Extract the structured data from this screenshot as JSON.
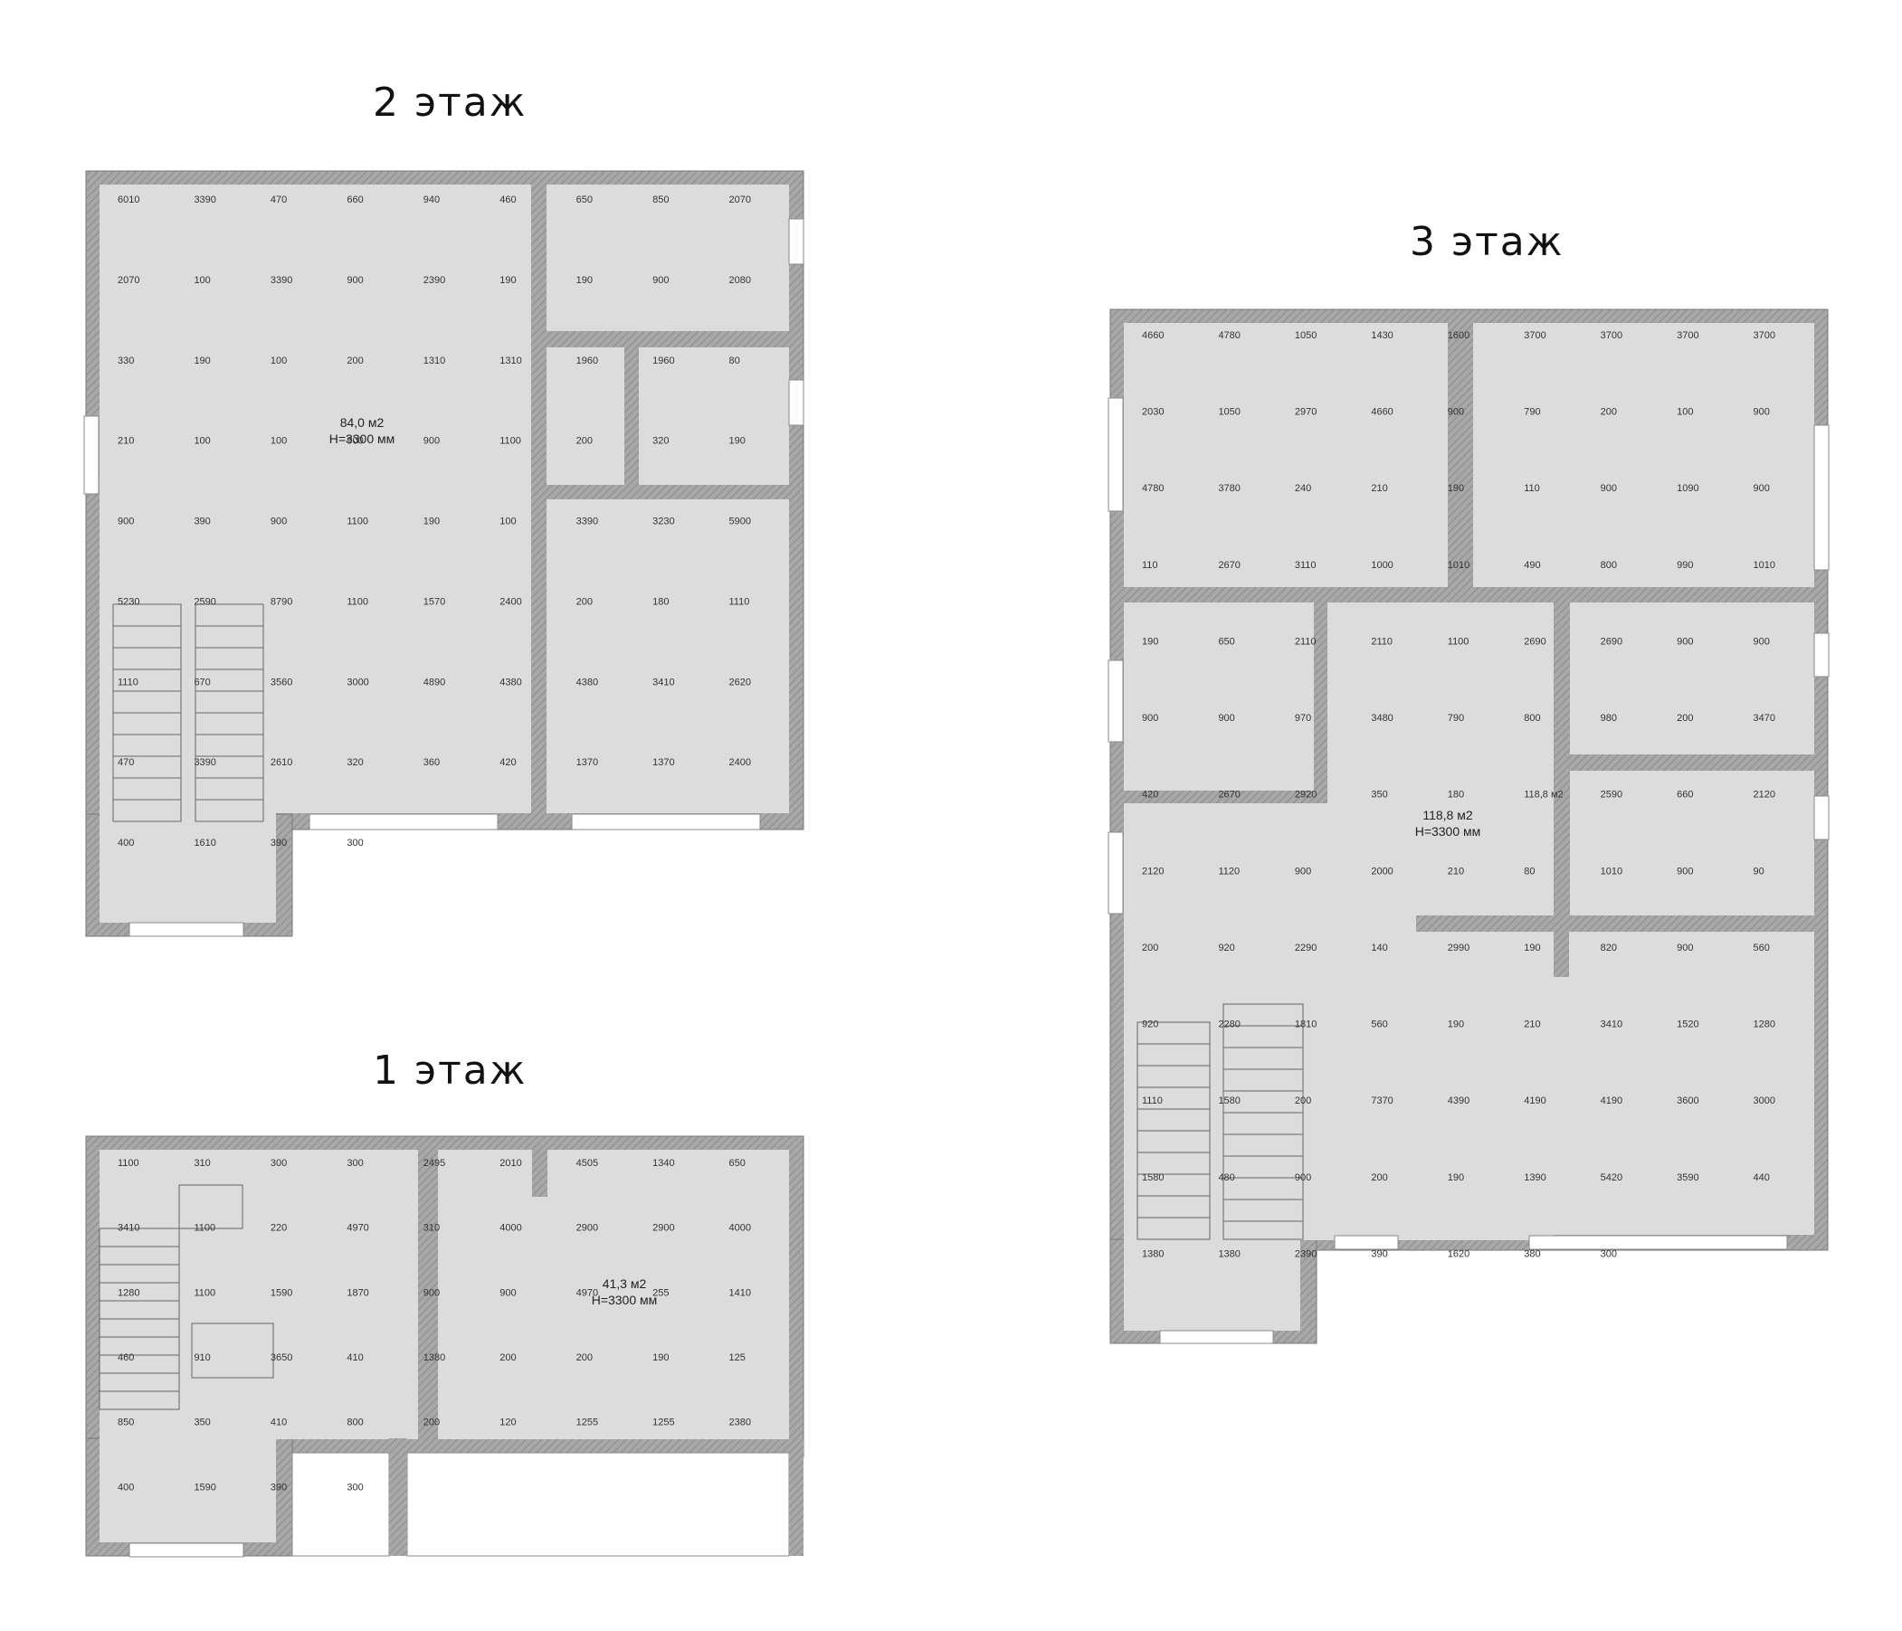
{
  "floors": {
    "floor2": {
      "title": "2 этаж",
      "area": "84,0 м2",
      "height": "H=3300 мм",
      "dims": [
        "6010",
        "3390",
        "470",
        "660",
        "940",
        "460",
        "650",
        "850",
        "2070",
        "2070",
        "100",
        "3390",
        "900",
        "2390",
        "190",
        "190",
        "900",
        "2080",
        "330",
        "190",
        "100",
        "200",
        "1310",
        "1310",
        "1960",
        "1960",
        "80",
        "210",
        "100",
        "100",
        "900",
        "900",
        "1100",
        "200",
        "320",
        "190",
        "900",
        "390",
        "900",
        "1100",
        "190",
        "100",
        "3390",
        "3230",
        "5900",
        "5230",
        "2590",
        "8790",
        "1100",
        "1570",
        "2400",
        "200",
        "180",
        "1110",
        "1110",
        "670",
        "3560",
        "3000",
        "4890",
        "4380",
        "4380",
        "3410",
        "2620",
        "470",
        "3390",
        "2610",
        "320",
        "360",
        "420",
        "1370",
        "1370",
        "2400",
        "400",
        "1610",
        "390",
        "300"
      ]
    },
    "floor3": {
      "title": "3 этаж",
      "area": "118,8 м2",
      "height": "H=3300 мм",
      "dims": [
        "4660",
        "4780",
        "1050",
        "1430",
        "1600",
        "3700",
        "3700",
        "3700",
        "3700",
        "2030",
        "1050",
        "2970",
        "4660",
        "900",
        "790",
        "200",
        "100",
        "900",
        "4780",
        "3780",
        "240",
        "210",
        "190",
        "110",
        "900",
        "1090",
        "900",
        "110",
        "2670",
        "3110",
        "1000",
        "1010",
        "490",
        "800",
        "990",
        "1010",
        "190",
        "650",
        "2110",
        "2110",
        "1100",
        "2690",
        "2690",
        "900",
        "900",
        "900",
        "900",
        "970",
        "3480",
        "790",
        "800",
        "980",
        "200",
        "3470",
        "420",
        "2670",
        "2920",
        "350",
        "180",
        "118,8 м2",
        "2590",
        "660",
        "2120",
        "2120",
        "1120",
        "900",
        "2000",
        "210",
        "80",
        "1010",
        "900",
        "90",
        "200",
        "920",
        "2290",
        "140",
        "2990",
        "190",
        "820",
        "900",
        "560",
        "920",
        "2280",
        "1810",
        "560",
        "190",
        "210",
        "3410",
        "1520",
        "1280",
        "1110",
        "1580",
        "200",
        "7370",
        "4390",
        "4190",
        "4190",
        "3600",
        "3000",
        "1580",
        "480",
        "900",
        "200",
        "190",
        "1390",
        "5420",
        "3590",
        "440",
        "1380",
        "1380",
        "2390",
        "390",
        "1620",
        "380",
        "300"
      ]
    },
    "floor1": {
      "title": "1 этаж",
      "area": "41,3 м2",
      "height": "H=3300 мм",
      "dims": [
        "1100",
        "310",
        "300",
        "300",
        "2495",
        "2010",
        "4505",
        "1340",
        "650",
        "3410",
        "1100",
        "220",
        "4970",
        "310",
        "4000",
        "2900",
        "2900",
        "4000",
        "1280",
        "1100",
        "1590",
        "1870",
        "900",
        "900",
        "4970",
        "255",
        "1410",
        "460",
        "910",
        "3650",
        "410",
        "1380",
        "200",
        "200",
        "190",
        "125",
        "850",
        "350",
        "410",
        "800",
        "200",
        "120",
        "1255",
        "1255",
        "2380",
        "400",
        "1590",
        "390",
        "300"
      ]
    }
  },
  "colors": {
    "wall": "#8f8f8f",
    "floor": "#dcdcdc",
    "hatch": "#b0b0b0",
    "window": "#ffffff",
    "dimline": "#555555"
  }
}
